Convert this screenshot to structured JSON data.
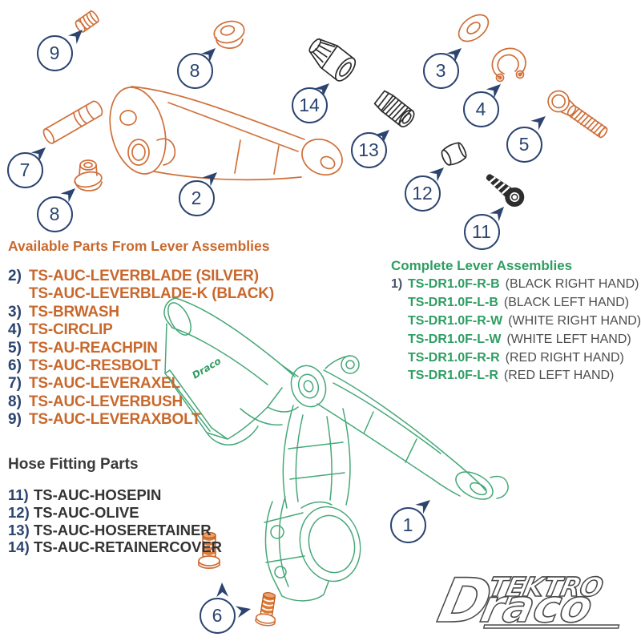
{
  "left_parts": {
    "heading": "Available Parts From Lever Assemblies",
    "items": [
      {
        "num": "2)",
        "code": "TS-AUC-LEVERBLADE (SILVER)"
      },
      {
        "num": "",
        "code": "TS-AUC-LEVERBLADE-K (BLACK)"
      },
      {
        "num": "3)",
        "code": "TS-BRWASH"
      },
      {
        "num": "4)",
        "code": "TS-CIRCLIP"
      },
      {
        "num": "5)",
        "code": "TS-AU-REACHPIN"
      },
      {
        "num": "6)",
        "code": "TS-AUC-RESBOLT"
      },
      {
        "num": "7)",
        "code": "TS-AUC-LEVERAXEL"
      },
      {
        "num": "8)",
        "code": "TS-AUC-LEVERBUSH"
      },
      {
        "num": "9)",
        "code": "TS-AUC-LEVERAXBOLT"
      }
    ]
  },
  "right_parts": {
    "heading": "Complete Lever Assemblies",
    "items": [
      {
        "num": "1)",
        "code": "TS-DR1.0F-R-B",
        "desc": "(BLACK RIGHT HAND)"
      },
      {
        "num": "",
        "code": "TS-DR1.0F-L-B",
        "desc": "(BLACK LEFT HAND)"
      },
      {
        "num": "",
        "code": "TS-DR1.0F-R-W",
        "desc": "(WHITE RIGHT HAND)"
      },
      {
        "num": "",
        "code": "TS-DR1.0F-L-W",
        "desc": "(WHITE LEFT HAND)"
      },
      {
        "num": "",
        "code": "TS-DR1.0F-R-R",
        "desc": "(RED RIGHT HAND)"
      },
      {
        "num": "",
        "code": "TS-DR1.0F-L-R",
        "desc": "(RED LEFT HAND)"
      }
    ]
  },
  "hose_parts": {
    "heading": "Hose Fitting Parts",
    "items": [
      {
        "num": "11)",
        "code": "TS-AUC-HOSEPIN"
      },
      {
        "num": "12)",
        "code": "TS-AUC-OLIVE"
      },
      {
        "num": "13)",
        "code": "TS-AUC-HOSERETAINER"
      },
      {
        "num": "14)",
        "code": "TS-AUC-RETAINERCOVER"
      }
    ]
  },
  "callouts": [
    {
      "label": "9"
    },
    {
      "label": "8"
    },
    {
      "label": "7"
    },
    {
      "label": "8"
    },
    {
      "label": "2"
    },
    {
      "label": "14"
    },
    {
      "label": "13"
    },
    {
      "label": "3"
    },
    {
      "label": "4"
    },
    {
      "label": "5"
    },
    {
      "label": "12"
    },
    {
      "label": "11"
    },
    {
      "label": "6"
    },
    {
      "label": "1"
    }
  ],
  "logo": {
    "brand": "TEKTRO",
    "model": "Draco",
    "model_initial": "D",
    "model_rest": "raco"
  },
  "colors": {
    "orange": "#c9682c",
    "green": "#2e9e62",
    "navy": "#2b4470",
    "dark": "#3a3a3a"
  }
}
